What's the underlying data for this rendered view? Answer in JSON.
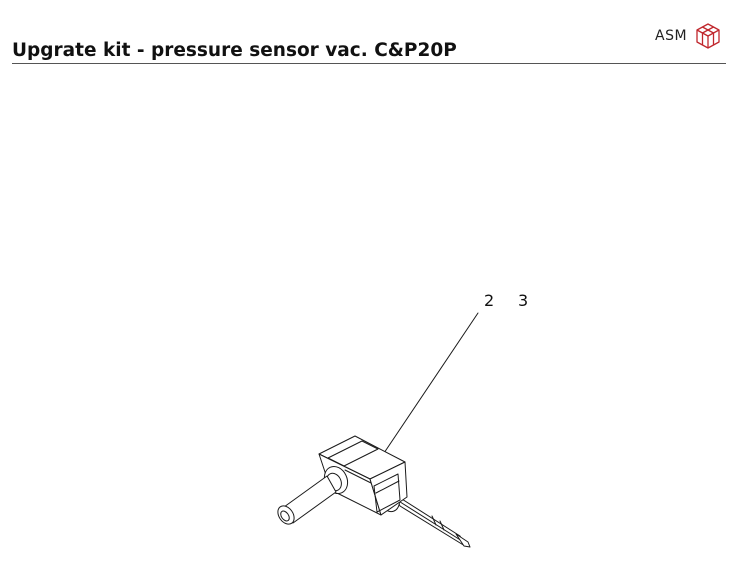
{
  "header": {
    "title": "Upgrate kit - pressure sensor vac. C&P20P",
    "logo_text": "ASM",
    "logo_color": "#c0272d"
  },
  "callouts": [
    {
      "label": "2"
    },
    {
      "label": "3"
    }
  ],
  "drawing": {
    "line_color": "#1a1a1a",
    "fill_color": "#ffffff"
  }
}
